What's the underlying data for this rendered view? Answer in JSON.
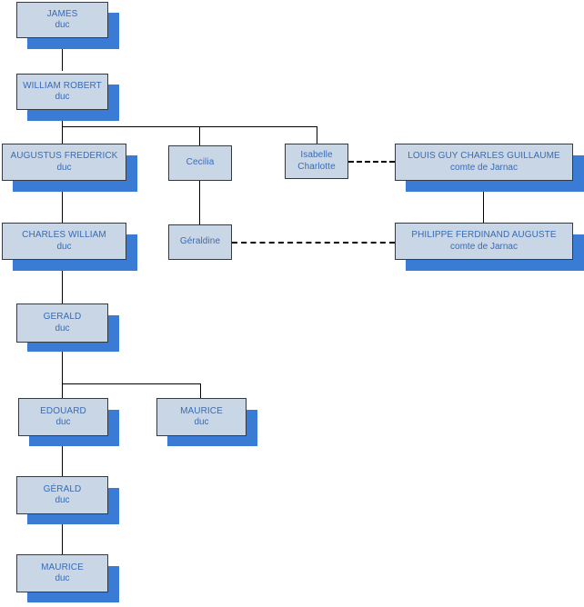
{
  "diagram": {
    "type": "family-tree",
    "title": "",
    "colors": {
      "node_fill": "#c9d6e5",
      "node_border": "#333a42",
      "node_text": "#3a6bb5",
      "shadow": "#3a7bd5",
      "connector": "#000000"
    },
    "nodes": [
      {
        "id": "james",
        "name": "JAMES",
        "title": "duc"
      },
      {
        "id": "william",
        "name": "WILLIAM ROBERT",
        "title": "duc"
      },
      {
        "id": "augustus",
        "name": "AUGUSTUS FREDERICK",
        "title": "duc"
      },
      {
        "id": "cecilia",
        "name": "Cecilia",
        "title": ""
      },
      {
        "id": "isabelle",
        "name": "Isabelle Charlotte",
        "title": ""
      },
      {
        "id": "louis",
        "name": "LOUIS GUY CHARLES GUILLAUME",
        "title": "comte de Jarnac"
      },
      {
        "id": "charles",
        "name": "CHARLES WILLIAM",
        "title": "duc"
      },
      {
        "id": "geraldine",
        "name": "Géraldine",
        "title": ""
      },
      {
        "id": "philippe",
        "name": "PHILIPPE FERDINAND AUGUSTE",
        "title": "comte de Jarnac"
      },
      {
        "id": "gerald1",
        "name": "GERALD",
        "title": "duc"
      },
      {
        "id": "edouard",
        "name": "EDOUARD",
        "title": "duc"
      },
      {
        "id": "maurice1",
        "name": "MAURICE",
        "title": "duc"
      },
      {
        "id": "gerald2",
        "name": "GÉRALD",
        "title": "duc"
      },
      {
        "id": "maurice2",
        "name": "MAURICE",
        "title": "duc"
      }
    ],
    "marriages": [
      {
        "from": "isabelle",
        "to": "louis"
      },
      {
        "from": "geraldine",
        "to": "philippe"
      }
    ]
  }
}
